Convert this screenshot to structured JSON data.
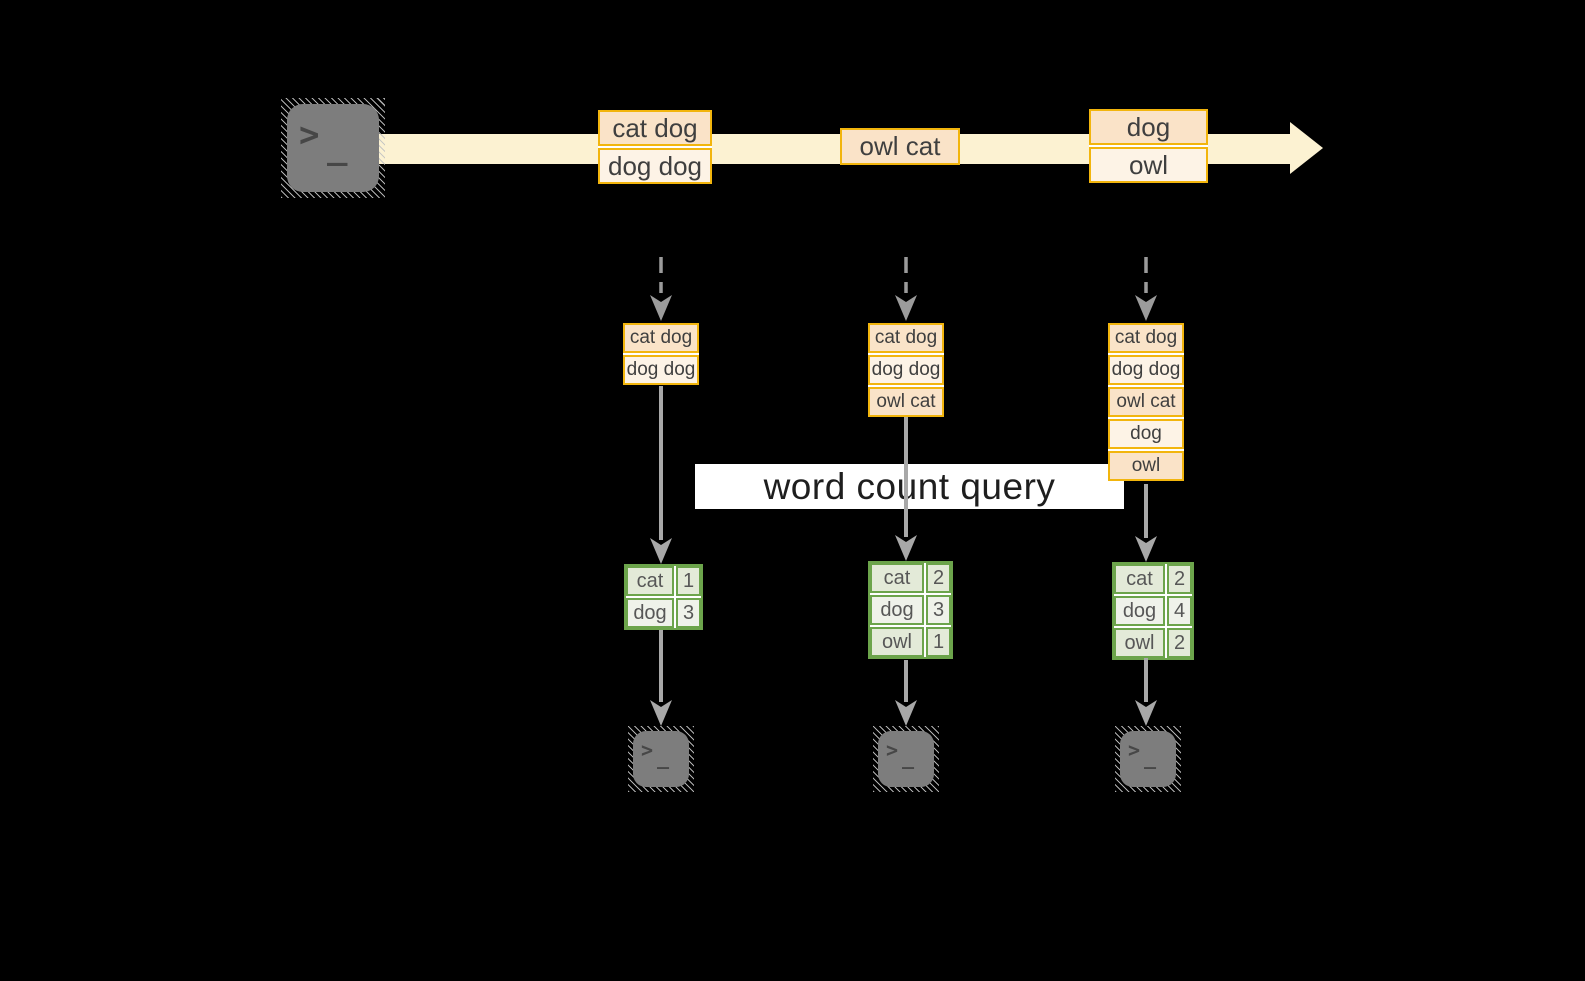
{
  "query_label": "word count query",
  "source_stream": {
    "batches": [
      {
        "records": [
          "cat dog",
          "dog dog"
        ]
      },
      {
        "records": [
          "owl cat"
        ]
      },
      {
        "records": [
          "dog",
          "owl"
        ]
      }
    ]
  },
  "snapshots": [
    {
      "accumulated_records": [
        "cat dog",
        "dog dog"
      ],
      "counts": [
        {
          "word": "cat",
          "count": "1"
        },
        {
          "word": "dog",
          "count": "3"
        }
      ]
    },
    {
      "accumulated_records": [
        "cat dog",
        "dog dog",
        "owl cat"
      ],
      "counts": [
        {
          "word": "cat",
          "count": "2"
        },
        {
          "word": "dog",
          "count": "3"
        },
        {
          "word": "owl",
          "count": "1"
        }
      ]
    },
    {
      "accumulated_records": [
        "cat dog",
        "dog dog",
        "owl cat",
        "dog",
        "owl"
      ],
      "counts": [
        {
          "word": "cat",
          "count": "2"
        },
        {
          "word": "dog",
          "count": "4"
        },
        {
          "word": "owl",
          "count": "2"
        }
      ]
    }
  ],
  "icons": {
    "terminal_prompt_chevron": ">",
    "terminal_prompt_underscore": "_"
  },
  "colors": {
    "background": "#000000",
    "stream_band": "#FCF2D2",
    "record_border": "#F2B50D",
    "record_fill_a": "#FAE3C8",
    "record_fill_b": "#FDF3E6",
    "table_border": "#6CA44B",
    "table_fill_a": "#E3EAD8",
    "table_fill_b": "#EFF2EA",
    "arrow_gray": "#A6A6A6",
    "terminal_gray": "#7D7D7D",
    "query_bar_bg": "#FFFFFF"
  }
}
